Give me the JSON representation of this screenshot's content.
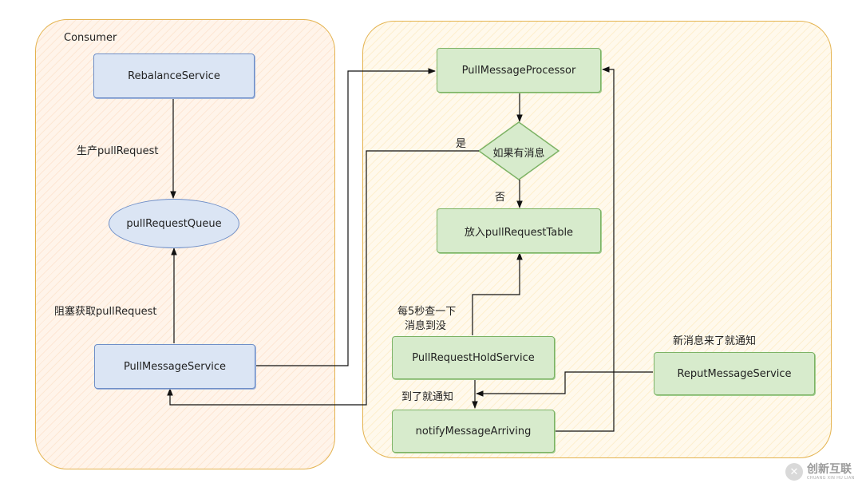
{
  "consumer_region": {
    "title": "Consumer"
  },
  "nodes": {
    "rebalance_service": "RebalanceService",
    "pull_request_queue": "pullRequestQueue",
    "pull_message_service": "PullMessageService",
    "pull_message_processor": "PullMessageProcessor",
    "decision_has_message": "如果有消息",
    "pull_request_table": "放入pullRequestTable",
    "pull_request_hold_service": "PullRequestHoldService",
    "notify_message_arriving": "notifyMessageArriving",
    "reput_message_service": "ReputMessageService"
  },
  "edge_labels": {
    "produce_pull_request": "生产pullRequest",
    "blocking_get_pull_request": "阻塞获取pullRequest",
    "yes": "是",
    "no": "否",
    "check_every_5s_line1": "每5秒查一下",
    "check_every_5s_line2": "消息到没",
    "notify_when_arrived": "到了就通知",
    "notify_new_message": "新消息来了就通知"
  },
  "watermark": {
    "logo_glyph": "✕",
    "main": "创新互联",
    "sub": "CHUANG XIN HU LIAN"
  },
  "colors": {
    "consumer_fill": "#fde7d4",
    "broker_fill": "#fdefcf",
    "region_border": "#e4b34f",
    "blue_node_fill": "#dbe5f4",
    "blue_node_border": "#6f8fc8",
    "green_node_fill": "#d7ebcc",
    "green_node_border": "#7db365",
    "arrow": "#111111"
  }
}
